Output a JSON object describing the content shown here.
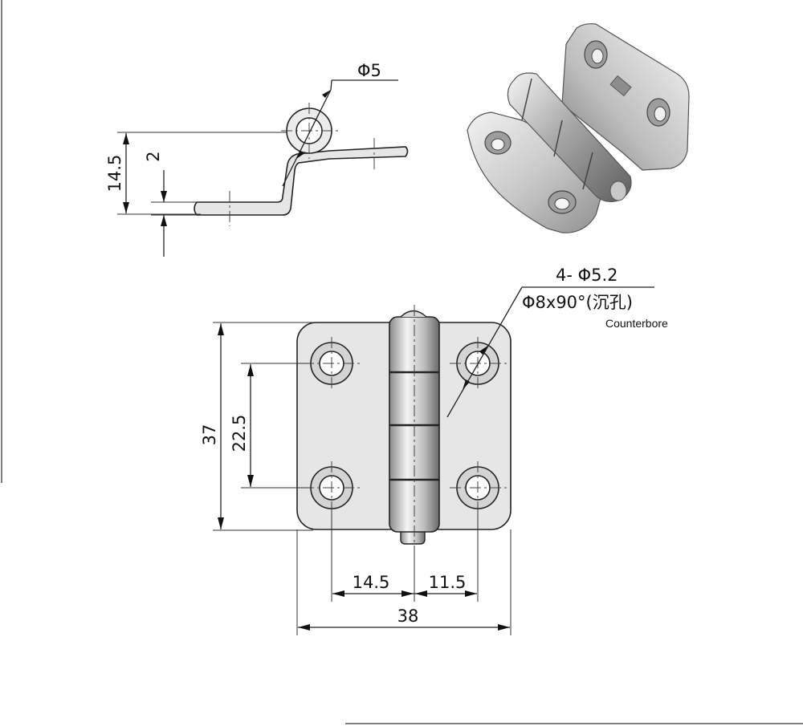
{
  "side_view": {
    "pin_diameter": "Φ5",
    "height": "14.5",
    "thickness": "2"
  },
  "front_view": {
    "hole_spec": "4- Φ5.2",
    "counterbore_spec": "Φ8x90°(沉孔)",
    "counterbore_label": "Counterbore",
    "total_height": "37",
    "hole_spacing_vertical": "22.5",
    "left_offset": "14.5",
    "right_offset": "11.5",
    "total_width": "38"
  },
  "colors": {
    "metal_light": "#f0f0f0",
    "metal_mid": "#b8b8b8",
    "metal_dark": "#6e6e6e",
    "line": "#222222"
  }
}
